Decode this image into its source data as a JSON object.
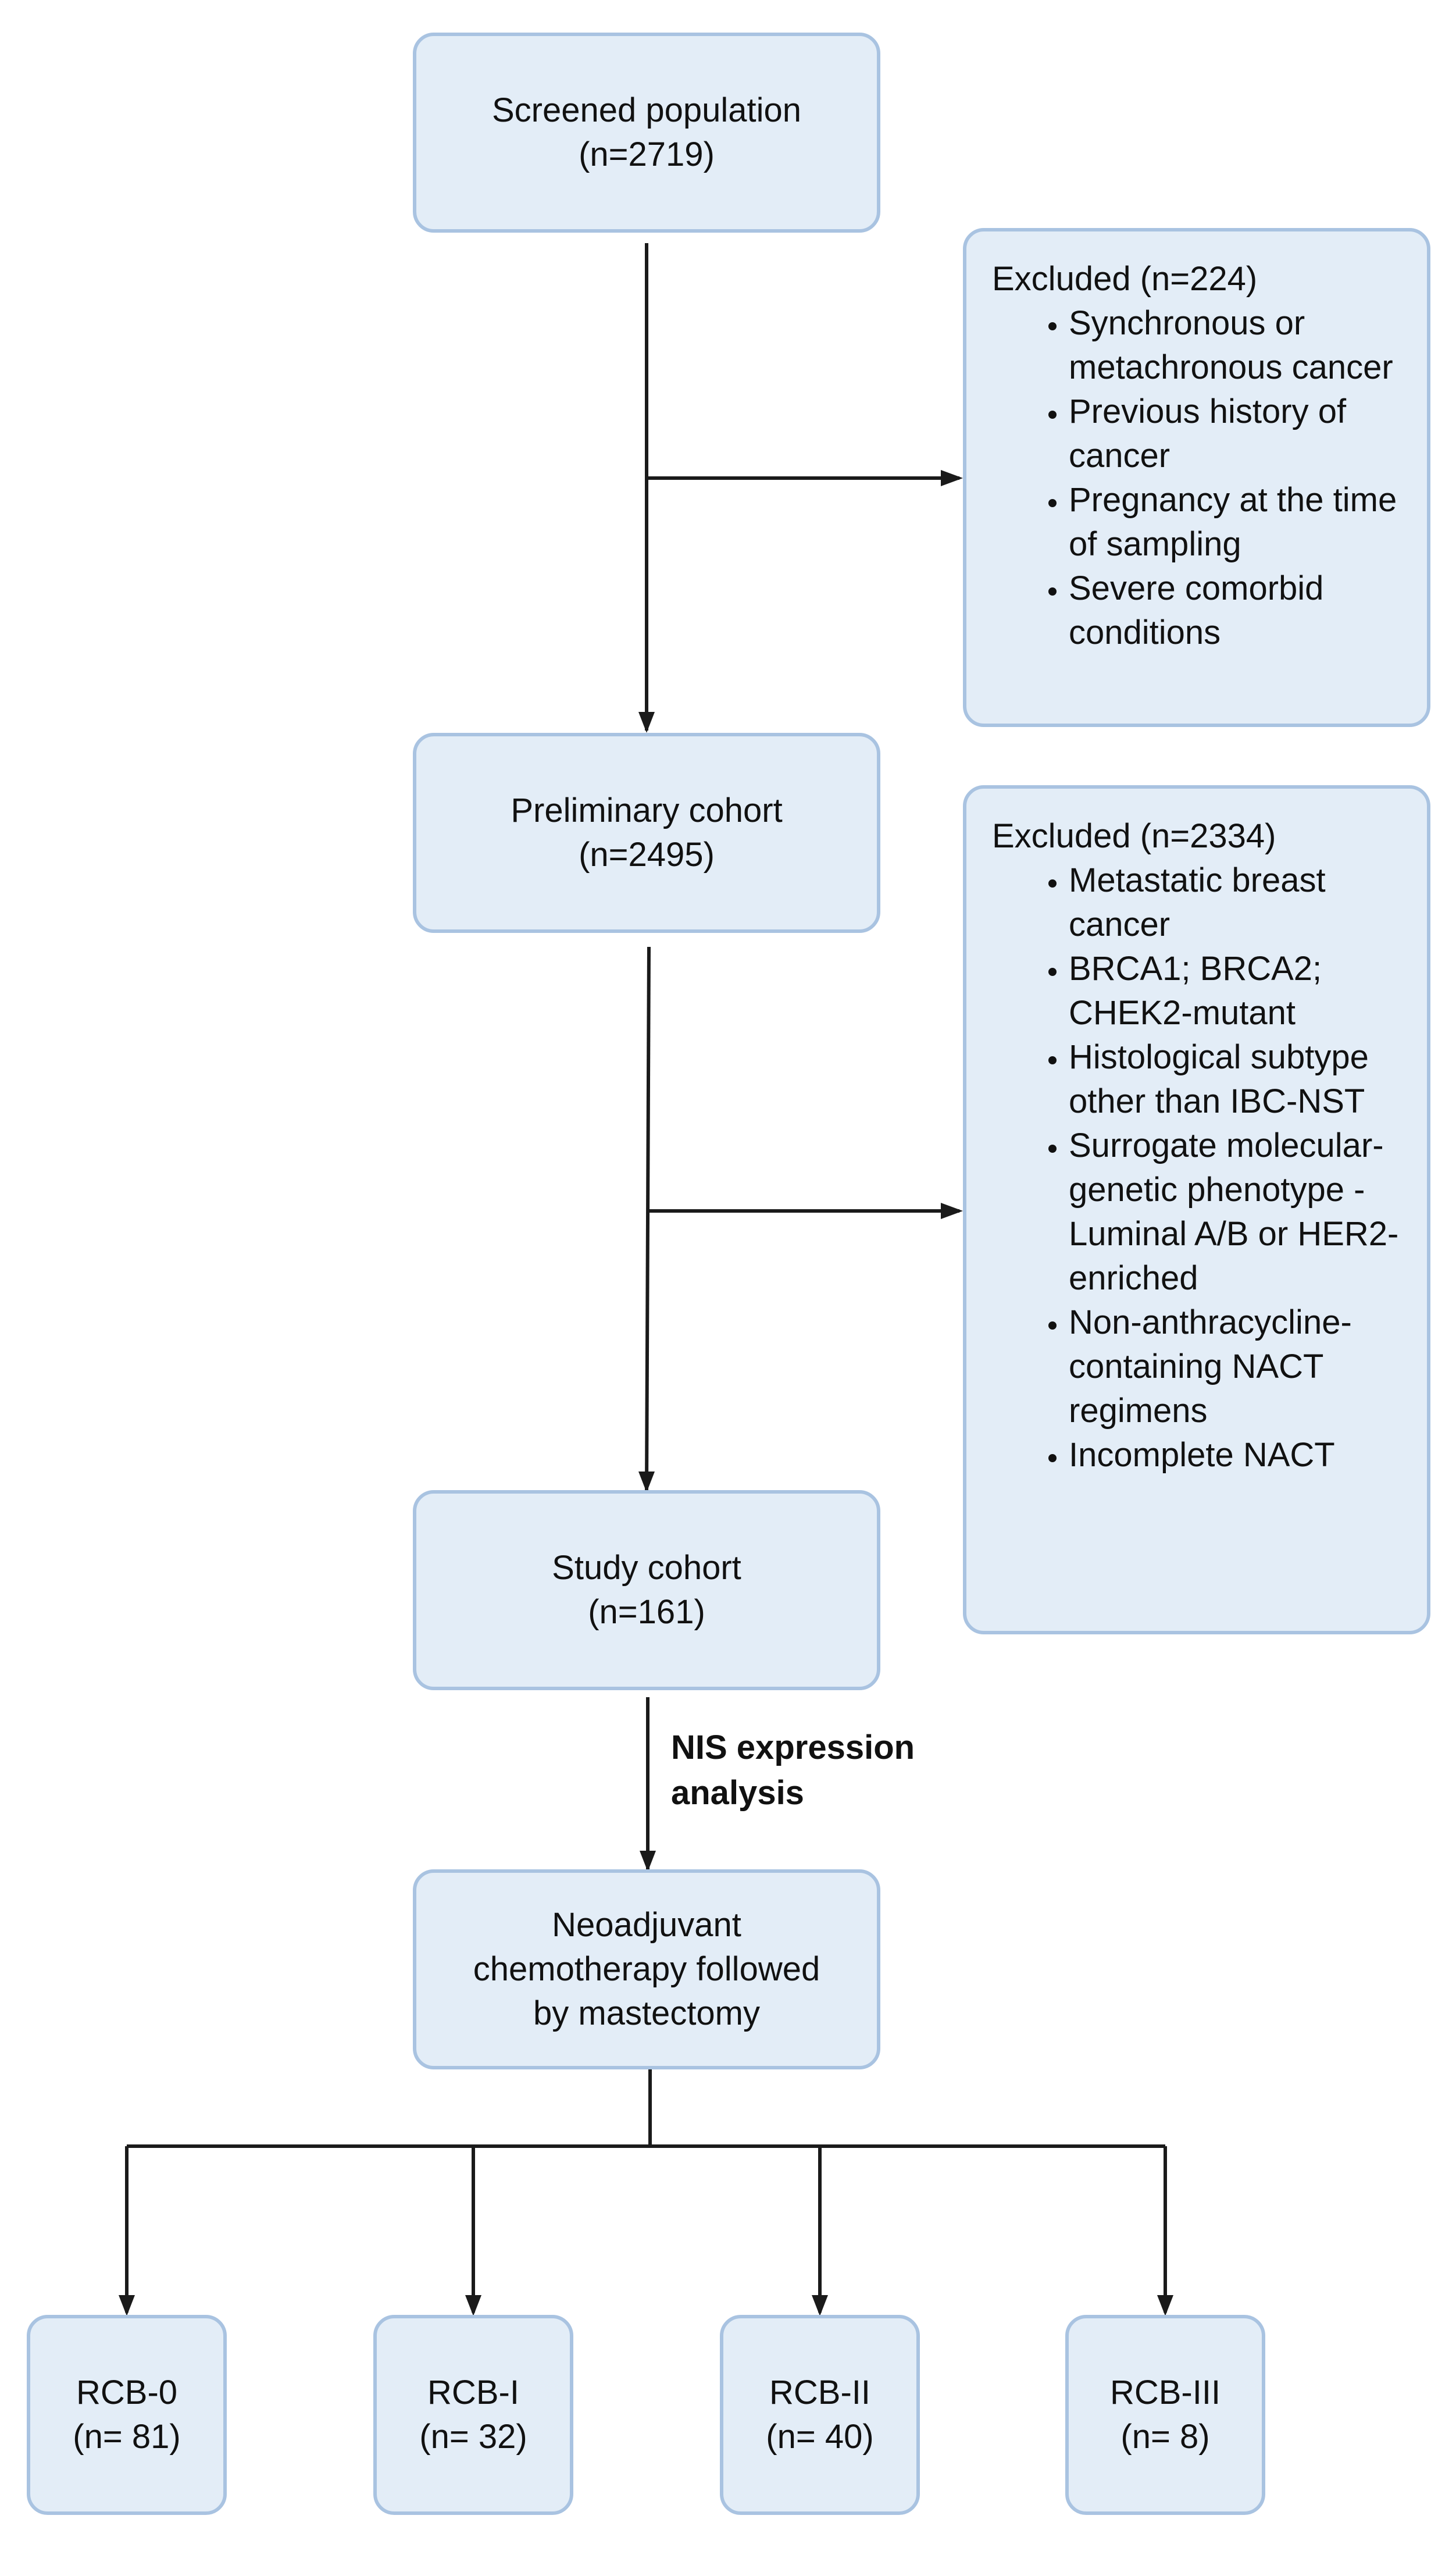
{
  "screened": {
    "label": "Screened population",
    "count": "(n=2719)"
  },
  "excluded_1": {
    "title": "Excluded (n=224)",
    "items": [
      "Synchronous or metachronous cancer",
      "Previous history of cancer",
      "Pregnancy at the time of sampling",
      "Severe comorbid conditions"
    ]
  },
  "preliminary": {
    "label": "Preliminary cohort",
    "count": "(n=2495)"
  },
  "excluded_2": {
    "title": "Excluded (n=2334)",
    "items": [
      "Metastatic breast cancer",
      "BRCA1; BRCA2; CHEK2-mutant",
      "Histological subtype other than IBC-NST",
      "Surrogate molecular-genetic phenotype - Luminal A/B or HER2-enriched",
      "Non-anthracycline-containing NACT regimens",
      "Incomplete NACT"
    ]
  },
  "study": {
    "label": "Study cohort",
    "count": "(n=161)"
  },
  "edge_label": "NIS expression analysis",
  "treatment": {
    "lines": [
      "Neoadjuvant",
      "chemotherapy followed",
      "by mastectomy"
    ]
  },
  "rcb": [
    {
      "label": "RCB-0",
      "count": "(n= 81)"
    },
    {
      "label": "RCB-I",
      "count": "(n= 32)"
    },
    {
      "label": "RCB-II",
      "count": "(n= 40)"
    },
    {
      "label": "RCB-III",
      "count": "(n= 8)"
    }
  ],
  "colors": {
    "box_fill": "#e3edf7",
    "box_border": "#a9c3e1",
    "line": "#1a1a1a"
  }
}
